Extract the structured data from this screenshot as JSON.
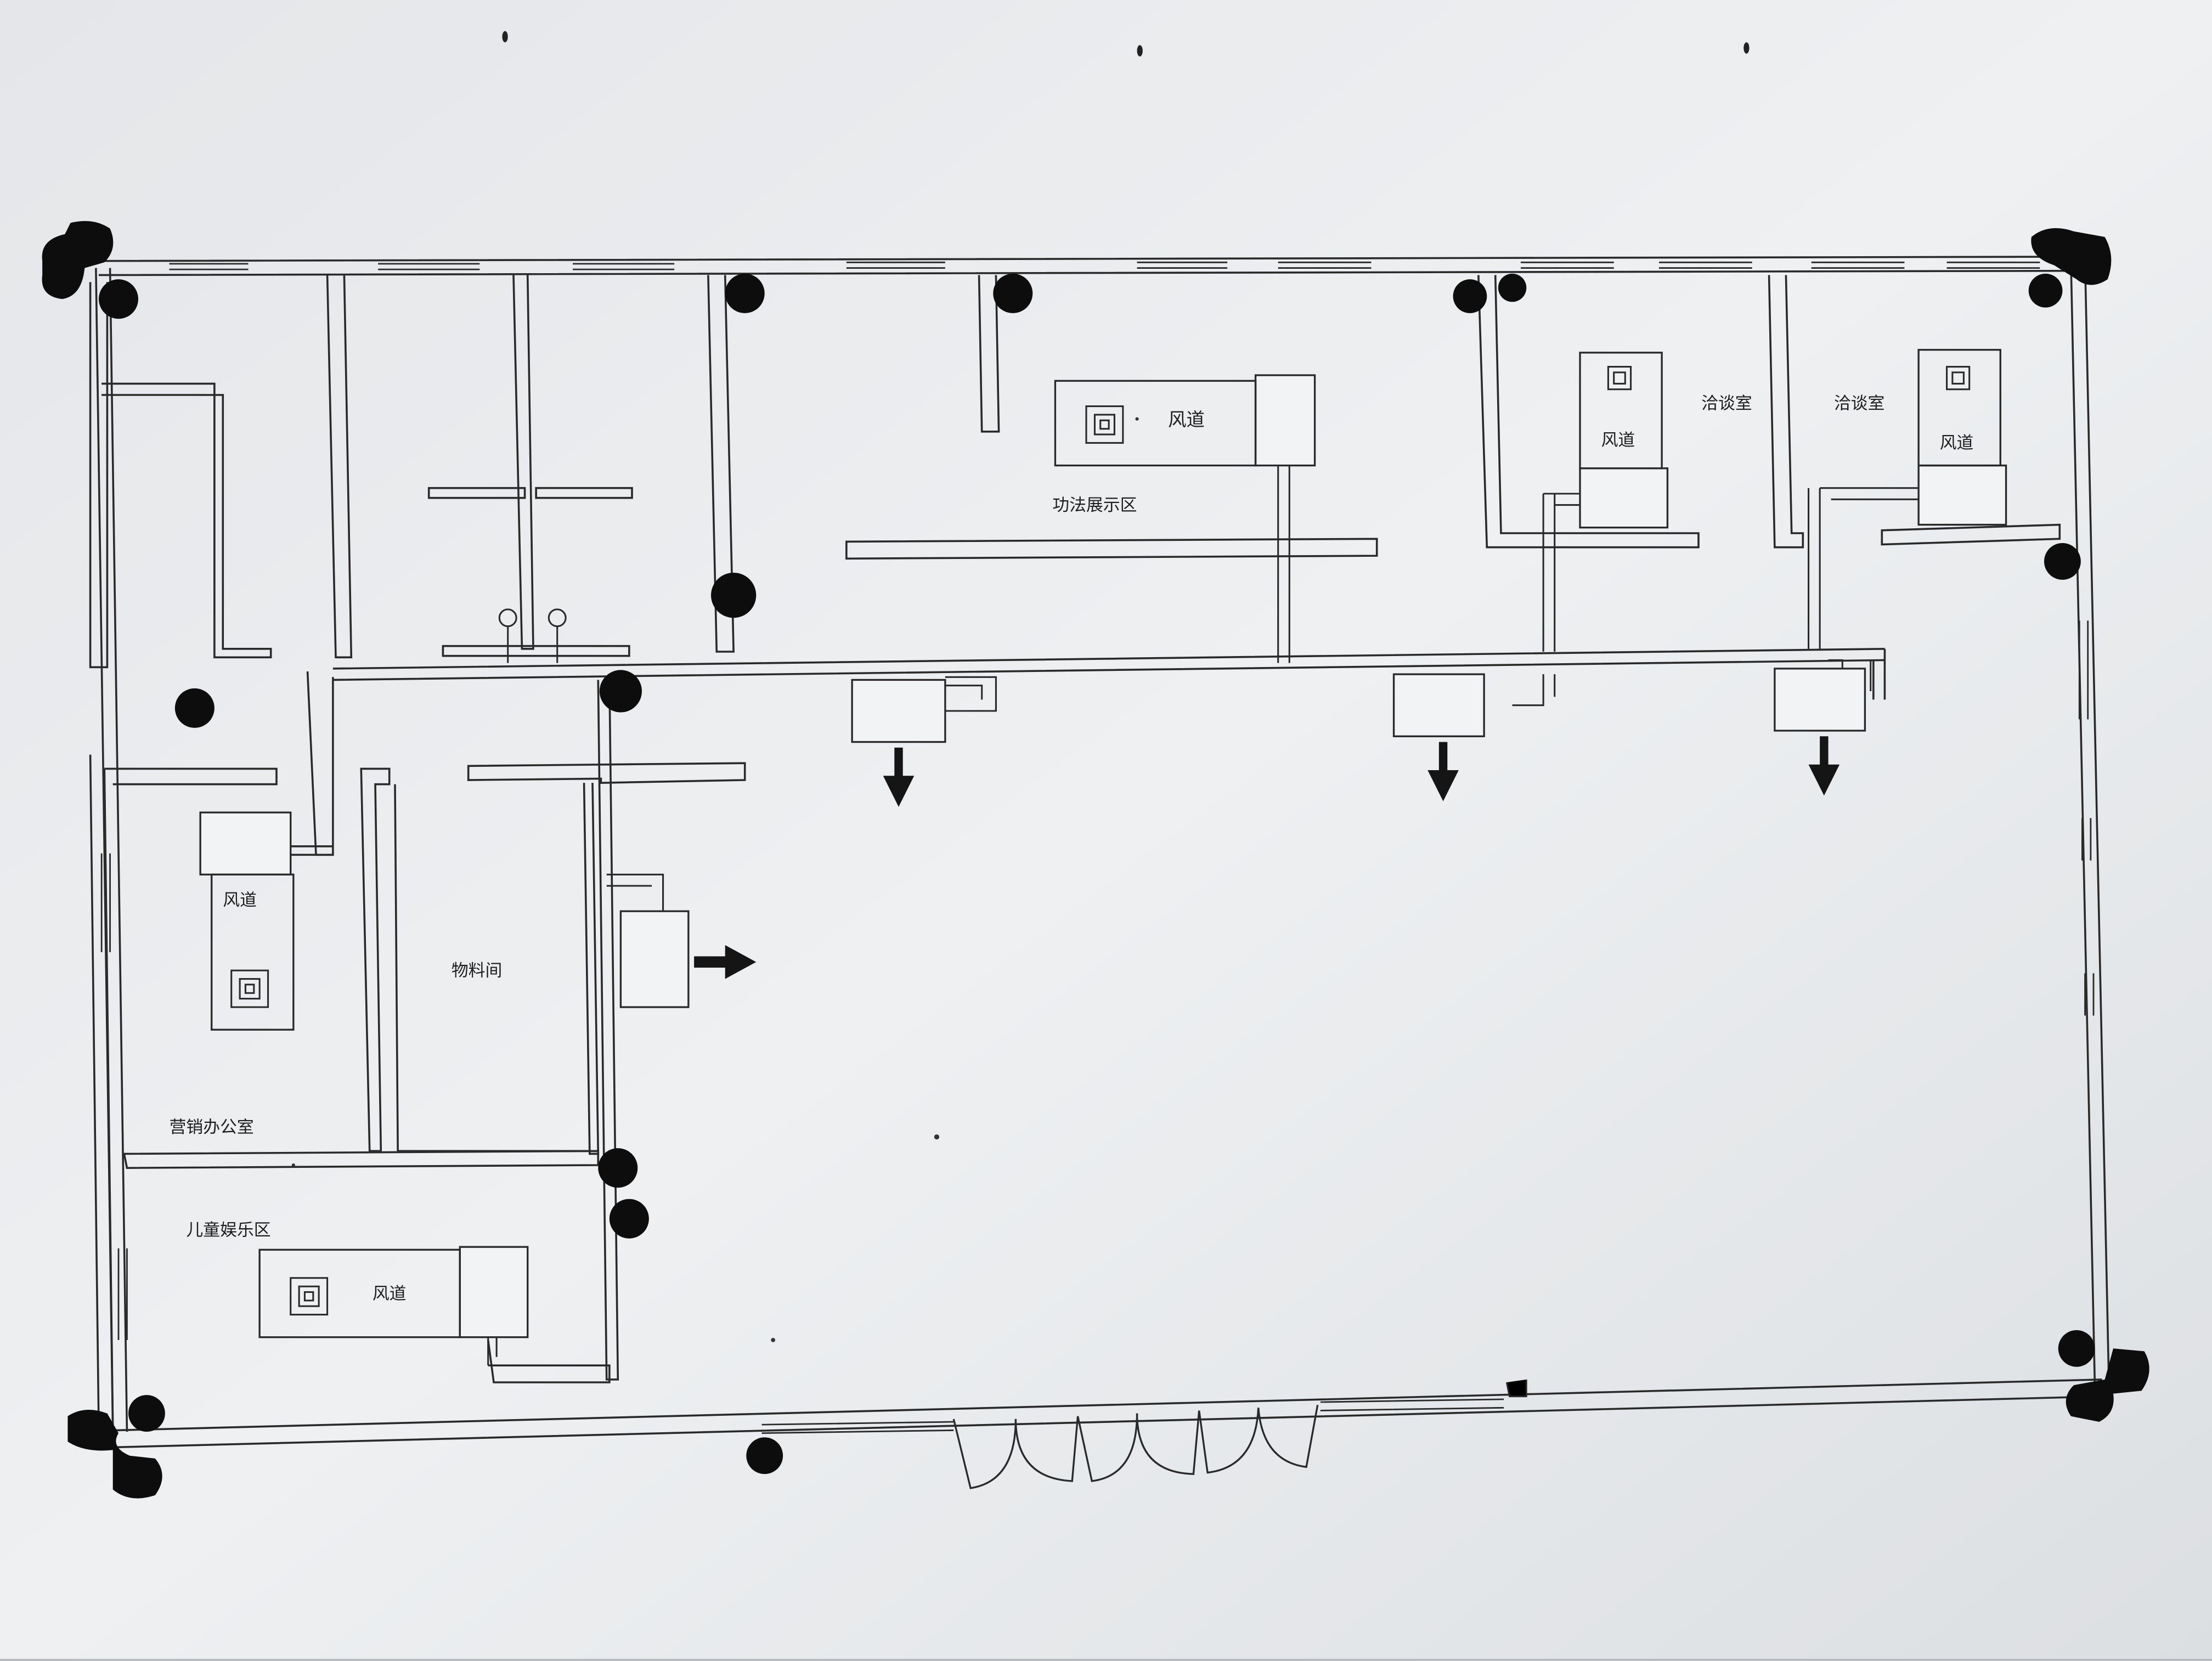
{
  "colors": {
    "background": "#b9bcc0",
    "paper": "#eceef0",
    "ink": "#2a2a2a",
    "marker": "#0d0d0d"
  },
  "labels": {
    "duct": "风道",
    "gongfa": "功法展示区",
    "qiatan": "洽谈室",
    "wuliao": "物料间",
    "yingxiao": "营销办公室",
    "ertong": "儿童娱乐区"
  },
  "icons": {
    "vent": "square-vent-icon",
    "airflow": "arrow-icon",
    "door": "door-swing-icon",
    "marker": "marker-dot-icon"
  }
}
